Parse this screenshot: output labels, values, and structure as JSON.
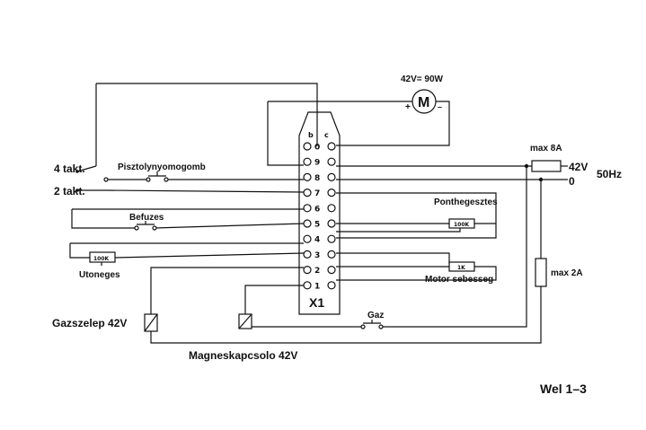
{
  "motor": {
    "rating": "42V= 90W",
    "symbol": "M",
    "plus": "+",
    "minus": "–"
  },
  "connector": {
    "name": "X1",
    "col_b": "b",
    "col_c": "c",
    "pins": [
      "0",
      "9",
      "8",
      "7",
      "6",
      "5",
      "4",
      "3",
      "2",
      "1"
    ]
  },
  "labels": {
    "four_takt": "4 takt.",
    "two_takt": "2 takt.",
    "pisztoly": "Pisztolynyomogomb",
    "befuzes": "Befuzes",
    "utoneges": "Utoneges",
    "ponthegesztes": "Ponthegesztes",
    "motor_sebesseg": "Motor sebesseg",
    "gazszelep": "Gazszelep 42V",
    "magneskapcsolo": "Magneskapcsolo 42V",
    "gaz": "Gaz",
    "max8a": "max 8A",
    "max2a": "max 2A",
    "v42": "42V",
    "zero": "0",
    "freq": "50Hz",
    "title": "Wel 1–3"
  },
  "resistors": {
    "utoneges": "100K",
    "ponthegesztes": "100K",
    "motor": "1K"
  }
}
